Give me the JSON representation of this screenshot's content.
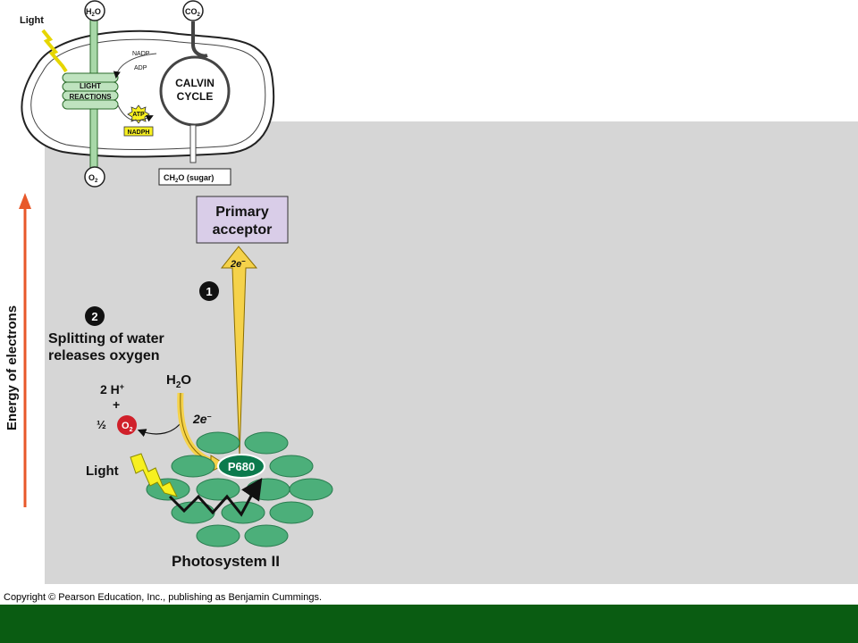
{
  "inset": {
    "light_label": "Light",
    "h2o_label": "H",
    "h2o_sub": "2",
    "h2o_tail": "O",
    "co2_label": "CO",
    "co2_sub": "2",
    "light_reactions_line1": "LIGHT",
    "light_reactions_line2": "REACTIONS",
    "nadp_label": "NADP",
    "adp_label": "ADP",
    "atp_label": "ATP",
    "nadph_label": "NADPH",
    "calvin_line1": "CALVIN",
    "calvin_line2": "CYCLE",
    "o2_label": "O",
    "o2_sub": "2",
    "sugar_label": "CH",
    "sugar_sub": "2",
    "sugar_tail": "O (sugar)"
  },
  "main": {
    "axis_label": "Energy of electrons",
    "primary_acceptor_line1": "Primary",
    "primary_acceptor_line2": "acceptor",
    "electron_top": "2e",
    "electron_top_sup": "–",
    "step1_number": "1",
    "step2_number": "2",
    "step2_line1": "Splitting of water",
    "step2_line2": "releases oxygen",
    "h2o": "H",
    "h2o_sub": "2",
    "h2o_tail": "O",
    "protons": "2 H",
    "protons_sup": "+",
    "plus": "+",
    "half": "½",
    "o2": "O",
    "o2_sub": "2",
    "electron_mid": "2e",
    "electron_mid_sup": "–",
    "light_label": "Light",
    "p680_label": "P680",
    "photosystem_label": "Photosystem II"
  },
  "footer": {
    "copyright": "Copyright © Pearson Education, Inc., publishing as Benjamin Cummings."
  },
  "colors": {
    "panel": "#d6d6d6",
    "footer_bar": "#0a5c12",
    "axis_arrow": "#e8582a",
    "acceptor_box": "#d9cde8",
    "electron_arrow": "#f5d24a",
    "antenna": "#4caf7a",
    "p680": "#0b7a4d",
    "o2": "#d0202a",
    "light_bolt": "#f7f020",
    "stroma_arrow": "#a8d8a8"
  }
}
